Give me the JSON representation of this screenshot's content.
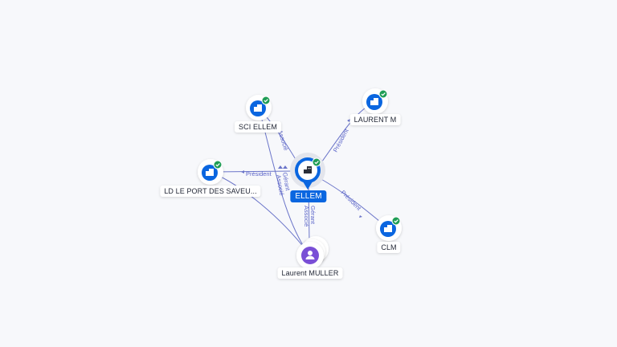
{
  "colors": {
    "background": "#f7f8fb",
    "company": "#0a66e0",
    "person": "#7a4fd6",
    "verified": "#1f9d55",
    "edge": "#6b75c9",
    "label_bg": "#ffffff"
  },
  "nodes": {
    "ellem": {
      "label": "ELLEM",
      "icon": "building-icon",
      "verified": true
    },
    "sci_ellem": {
      "label": "SCI ELLEM",
      "icon": "building-icon",
      "verified": true
    },
    "laurent_m": {
      "label": "LAURENT M",
      "icon": "building-icon",
      "verified": true
    },
    "ld_port": {
      "label": "LD LE PORT DES SAVEU...",
      "icon": "building-icon",
      "verified": true
    },
    "clm": {
      "label": "CLM",
      "icon": "building-icon",
      "verified": true
    },
    "laurent_muller": {
      "label": "Laurent MULLER",
      "icon": "person-icon",
      "verified": false
    }
  },
  "edges": {
    "ellem_laurent_m": "Président",
    "ellem_ld_port": "Président",
    "ellem_clm": "Président",
    "sci_ellem_associe": "Associé",
    "ellem_gerant_associe_1": "Gérant",
    "ellem_gerant_associe_2": "Associé",
    "muller_gerant": "Gérant",
    "muller_associe": "Associé"
  }
}
